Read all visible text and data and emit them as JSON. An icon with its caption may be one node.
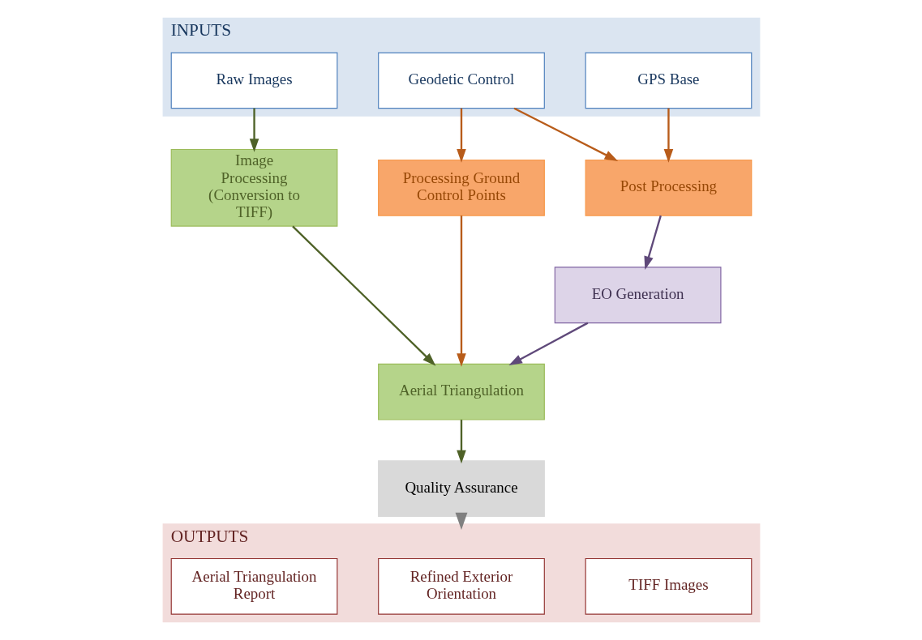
{
  "diagram": {
    "nodes": [
      {
        "text": [
          "INPUTS"
        ]
      },
      {
        "text": [
          "Raw Images"
        ],
        "in": 0
      },
      {
        "text": [
          "Geodetic Control"
        ],
        "in": 0
      },
      {
        "text": [
          "GPS Base"
        ],
        "in": 0
      },
      {
        "text": [
          "Image Processing (Conversion to TIFF)"
        ]
      },
      {
        "text": [
          "Processing Ground Control Points"
        ]
      },
      {
        "text": [
          "Post Processing"
        ]
      },
      {
        "text": [
          "EO Generation"
        ]
      },
      {
        "text": [
          "Aerial Triangulation"
        ]
      },
      {
        "text": [
          "Quality Assurance"
        ]
      },
      {
        "text": [
          "OUTPUTS"
        ]
      },
      {
        "text": [
          "TIFF Images"
        ],
        "in": 10
      },
      {
        "text": [
          "Refined Exterior Orientation"
        ],
        "in": 10
      },
      {
        "text": [
          "Aerial Triangulation Report"
        ],
        "in": 10
      }
    ],
    "edges": [
      {
        "from": 1,
        "to": 4,
        "arrow": "to",
        "color": "#4f6228"
      },
      {
        "from": 2,
        "to": 5,
        "arrow": "to"
      },
      {
        "from": 2,
        "to": 6,
        "arrow": "to"
      },
      {
        "from": 3,
        "to": 6,
        "arrow": "to"
      },
      {
        "from": 4,
        "to": 8,
        "arrow": "to",
        "color": "#4f6228"
      },
      {
        "from": 5,
        "to": 8,
        "arrow": "to"
      },
      {
        "from": 6,
        "to": 7,
        "arrow": "to",
        "color": "#5f497a"
      },
      {
        "from": 7,
        "to": 8,
        "arrow": "to",
        "color": "#5f497a"
      },
      {
        "from": 8,
        "to": 9,
        "arrow": "to",
        "color": "#4f6228"
      },
      {
        "from": 9,
        "to": 10,
        "arrow": "to",
        "color": "#808080",
        "style": "thick"
      }
    ]
  }
}
